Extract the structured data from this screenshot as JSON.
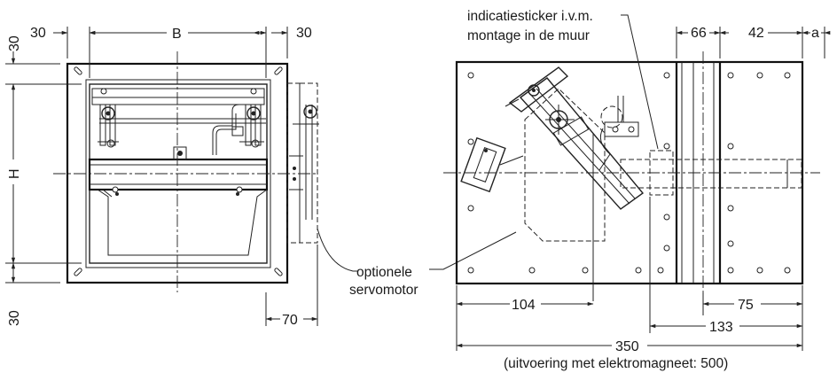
{
  "front_view": {
    "dim_top_left": "30",
    "dim_top_width": "B",
    "dim_top_right": "30",
    "dim_left_top": "30",
    "dim_left_height": "H",
    "dim_left_bottom": "30",
    "dim_bottom_servo": "70"
  },
  "servo_note": {
    "line1": "optionele",
    "line2": "servomotor"
  },
  "side_view": {
    "sticker_note_line1": "indicatiesticker i.v.m.",
    "sticker_note_line2": "montage in de muur",
    "dim_66": "66",
    "dim_42": "42",
    "dim_a": "a",
    "dim_104": "104",
    "dim_75": "75",
    "dim_133": "133",
    "dim_350": "350",
    "dim_350_note": "(uitvoering met elektromagneet: 500)"
  }
}
